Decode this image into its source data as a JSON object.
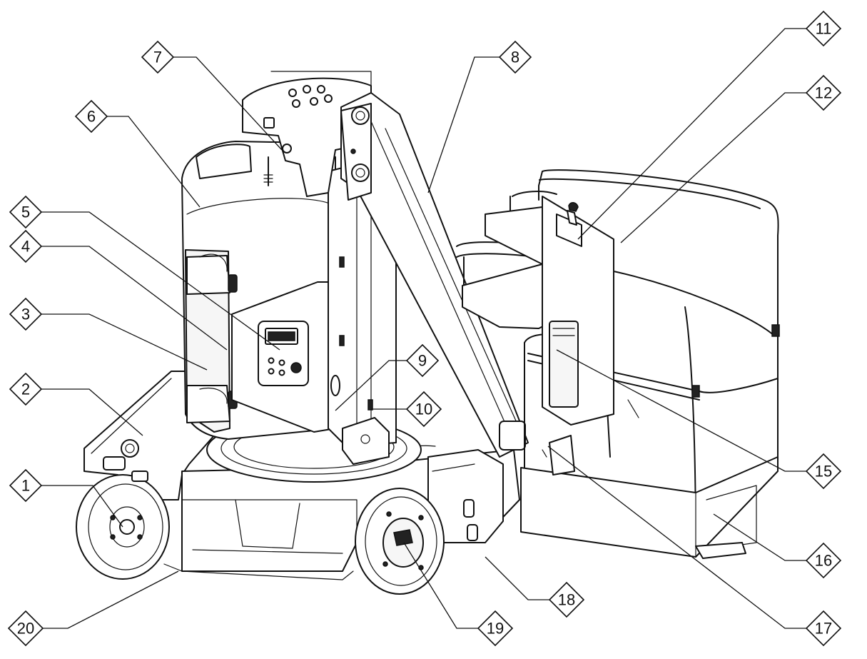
{
  "callouts": [
    {
      "label": "1"
    },
    {
      "label": "2"
    },
    {
      "label": "3"
    },
    {
      "label": "4"
    },
    {
      "label": "5"
    },
    {
      "label": "6"
    },
    {
      "label": "7"
    },
    {
      "label": "8"
    },
    {
      "label": "9"
    },
    {
      "label": "10"
    },
    {
      "label": "11"
    },
    {
      "label": "12"
    },
    {
      "label": "15"
    },
    {
      "label": "16"
    },
    {
      "label": "17"
    },
    {
      "label": "18"
    },
    {
      "label": "19"
    },
    {
      "label": "20"
    }
  ]
}
